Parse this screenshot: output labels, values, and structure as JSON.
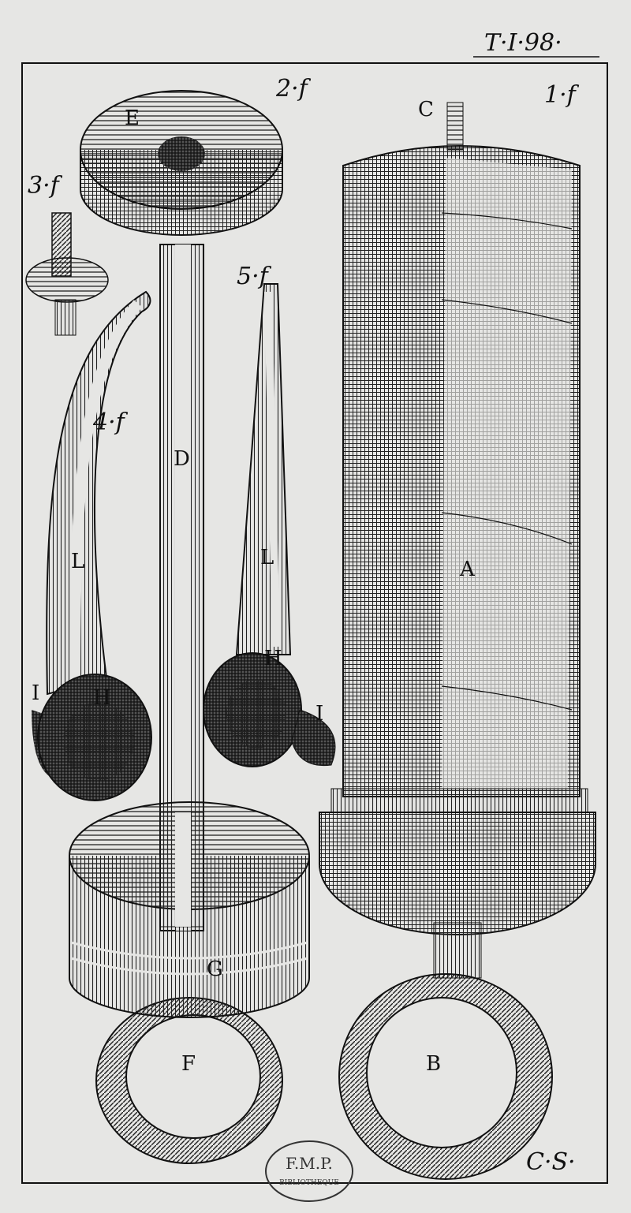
{
  "plate": {
    "reference": "T·I·98·",
    "engraver_mark": "C·S·",
    "figures": {
      "fig1": "1·f",
      "fig2": "2·f",
      "fig3": "3·f",
      "fig4": "4·f",
      "fig5": "5·f"
    },
    "letters": {
      "A": "A",
      "B": "B",
      "C": "C",
      "D": "D",
      "E": "E",
      "F": "F",
      "G": "G",
      "H1": "H",
      "H2": "H",
      "I1": "I",
      "I2": "I",
      "L1": "L",
      "L2": "L"
    },
    "stamp": {
      "initials": "F.M.P.",
      "text": "BIBLIOTHEQUE"
    }
  },
  "colors": {
    "paper": "#e6e6e4",
    "ink": "#111111"
  }
}
